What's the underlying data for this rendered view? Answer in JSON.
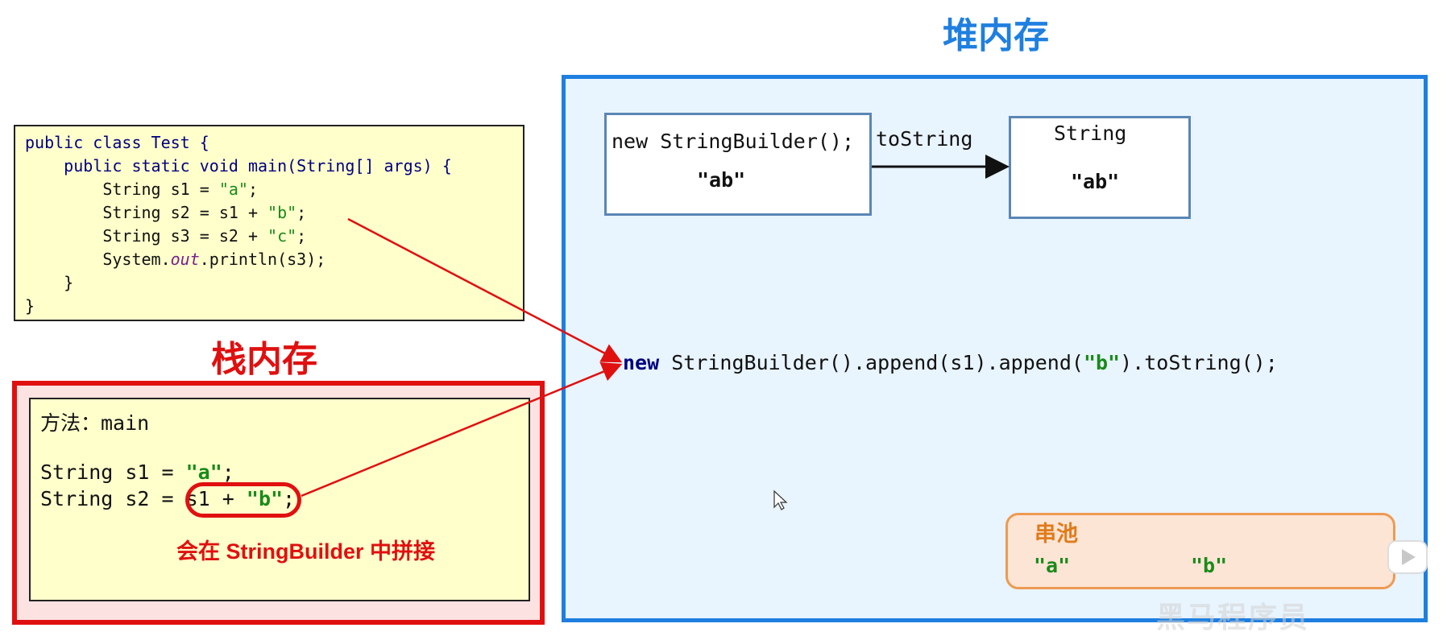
{
  "heap": {
    "title": "堆内存",
    "sb_box": {
      "code": "new StringBuilder();",
      "value": "\"ab\""
    },
    "arrow_label": "toString",
    "string_box": {
      "label": "String",
      "value": "\"ab\""
    },
    "expression": {
      "kw": "new",
      "part1": " StringBuilder().append(s1).append(",
      "literal": "\"b\"",
      "part2": ").toString();"
    },
    "pool": {
      "title": "串池",
      "items": [
        "\"a\"",
        "\"b\""
      ]
    }
  },
  "code": {
    "l1": "public class Test {",
    "l2": "    public static void main(String[] args) {",
    "l3a": "        String s1 = ",
    "l3b": "\"a\"",
    "l3c": ";",
    "l4a": "        String s2 = s1 + ",
    "l4b": "\"b\"",
    "l4c": ";",
    "l5a": "        String s3 = s2 + ",
    "l5b": "\"c\"",
    "l5c": ";",
    "l6a": "        System.",
    "l6b": "out",
    "l6c": ".println(s3);",
    "l7": "    }",
    "l8": "}"
  },
  "stack": {
    "title": "栈内存",
    "method": "方法：main",
    "s1_prefix": "String s1 = ",
    "s1_value": "\"a\"",
    "s1_suffix": ";",
    "s2_prefix": "String s2 = ",
    "s2_expr": "s1 + ",
    "s2_value": "\"b\"",
    "s2_suffix": ";",
    "note": "会在 StringBuilder 中拼接"
  },
  "watermark": "黑马程序员",
  "colors": {
    "heap": "#1e7fe0",
    "stack": "#e01010",
    "string_literal": "#1a8a1a",
    "pool": "#ee9a52"
  }
}
